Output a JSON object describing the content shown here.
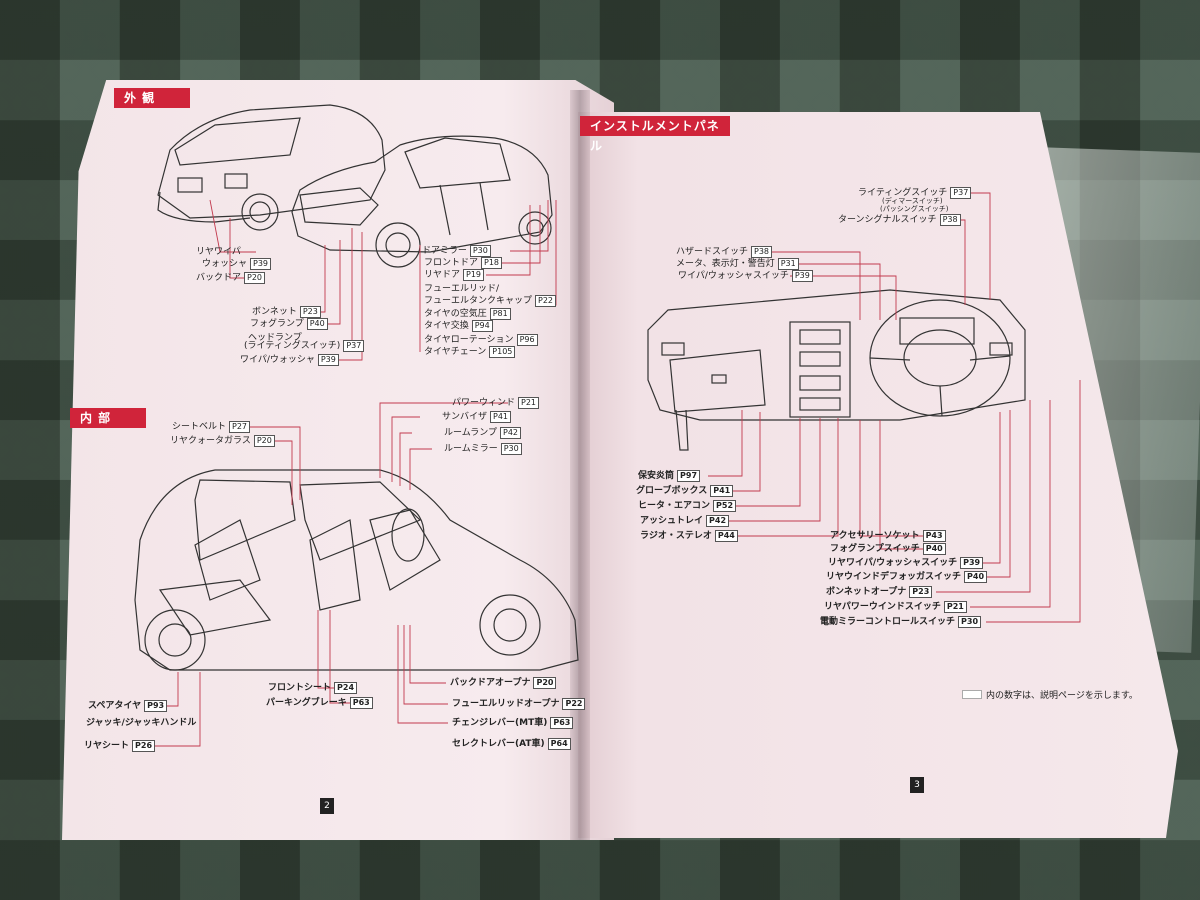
{
  "exterior": {
    "title": "外 観",
    "labels": [
      {
        "text": "リヤワイパ",
        "page": "P39"
      },
      {
        "text": "ウォッシャ",
        "page": ""
      },
      {
        "text": "バックドア",
        "page": "P20"
      },
      {
        "text": "ボンネット",
        "page": "P23"
      },
      {
        "text": "フォグランプ",
        "page": "P40"
      },
      {
        "text": "ヘッドランプ",
        "page": ""
      },
      {
        "text": "(ライティングスイッチ)",
        "page": "P37"
      },
      {
        "text": "ワイパ/ウォッシャ",
        "page": "P39"
      },
      {
        "text": "ドアミラー",
        "page": "P30"
      },
      {
        "text": "フロントドア",
        "page": "P18"
      },
      {
        "text": "リヤドア",
        "page": "P19"
      },
      {
        "text": "フューエルリッド/",
        "page": ""
      },
      {
        "text": "フューエルタンクキャップ",
        "page": "P22"
      },
      {
        "text": "タイヤの空気圧",
        "page": "P81"
      },
      {
        "text": "タイヤ交換",
        "page": "P94"
      },
      {
        "text": "タイヤローテーション",
        "page": "P96"
      },
      {
        "text": "タイヤチェーン",
        "page": "P105"
      }
    ]
  },
  "interior": {
    "title": "内 部",
    "labels": [
      {
        "text": "シートベルト",
        "page": "P27"
      },
      {
        "text": "リヤクォータガラス",
        "page": "P20"
      },
      {
        "text": "パワーウィンド",
        "page": "P21"
      },
      {
        "text": "サンバイザ",
        "page": "P41"
      },
      {
        "text": "ルームランプ",
        "page": "P42"
      },
      {
        "text": "ルームミラー",
        "page": "P30"
      },
      {
        "text": "スペアタイヤ",
        "page": "P93"
      },
      {
        "text": "ジャッキ/ジャッキハンドル",
        "page": ""
      },
      {
        "text": "リヤシート",
        "page": "P26"
      },
      {
        "text": "フロントシート",
        "page": "P24"
      },
      {
        "text": "パーキングブレーキ",
        "page": "P63"
      },
      {
        "text": "バックドアオープナ",
        "page": "P20"
      },
      {
        "text": "フューエルリッドオープナ",
        "page": "P22"
      },
      {
        "text": "チェンジレバー(MT車)",
        "page": "P63"
      },
      {
        "text": "セレクトレバー(AT車)",
        "page": "P64"
      }
    ]
  },
  "panel": {
    "title": "インストルメントパネル",
    "labels": [
      {
        "text": "ライティングスイッチ",
        "page": "P37"
      },
      {
        "text": "(ディマースイッチ)",
        "page": ""
      },
      {
        "text": "(パッシングスイッチ)",
        "page": ""
      },
      {
        "text": "ターンシグナルスイッチ",
        "page": "P38"
      },
      {
        "text": "ハザードスイッチ",
        "page": "P38"
      },
      {
        "text": "メータ、表示灯・警告灯",
        "page": "P31"
      },
      {
        "text": "ワイパ/ウォッシャスイッチ",
        "page": "P39"
      },
      {
        "text": "保安炎筒",
        "page": "P97"
      },
      {
        "text": "グローブボックス",
        "page": "P41"
      },
      {
        "text": "ヒータ・エアコン",
        "page": "P52"
      },
      {
        "text": "アッシュトレイ",
        "page": "P42"
      },
      {
        "text": "ラジオ・ステレオ",
        "page": "P44"
      },
      {
        "text": "アクセサリーソケット",
        "page": "P43"
      },
      {
        "text": "フォグランプスイッチ",
        "page": "P40"
      },
      {
        "text": "リヤワイパ/ウォッシャスイッチ",
        "page": "P39"
      },
      {
        "text": "リヤウインドデフォッガスイッチ",
        "page": "P40"
      },
      {
        "text": "ボンネットオープナ",
        "page": "P23"
      },
      {
        "text": "リヤパワーウインドスイッチ",
        "page": "P21"
      },
      {
        "text": "電動ミラーコントロールスイッチ",
        "page": "P30"
      }
    ]
  },
  "footer": {
    "legend": "内の数字は、説明ページを示します。",
    "page_left": "2",
    "page_right": "3"
  }
}
